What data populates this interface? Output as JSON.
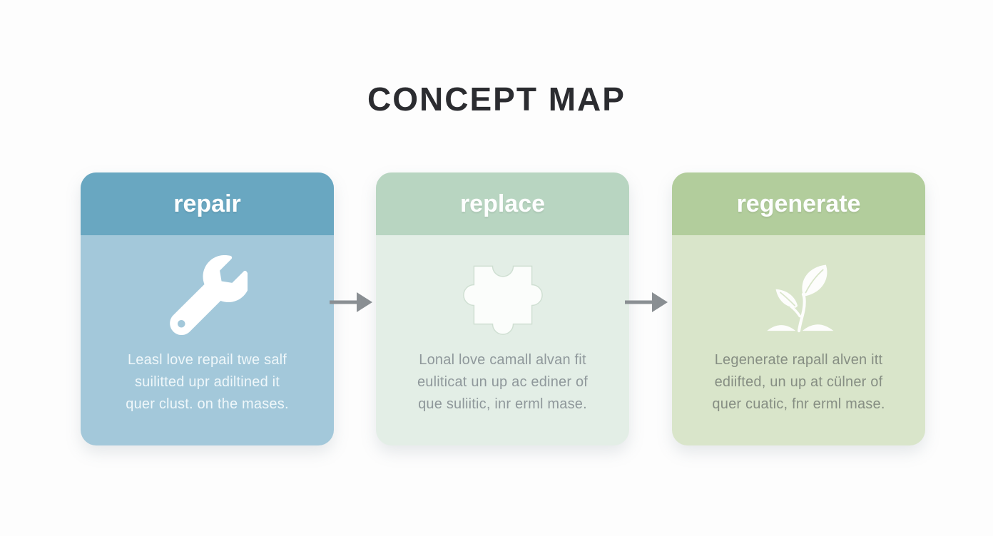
{
  "title": "CONCEPT MAP",
  "arrow_color": "#8a8f93",
  "background_color": "#fdfdfd",
  "title_color": "#2b2c30",
  "cards": [
    {
      "label": "repair",
      "icon": "wrench-icon",
      "header_color": "#69a7c1",
      "body_color": "#a3c8da",
      "text_color": "#eff7fa",
      "body_lines": [
        "Leasl love repail twe salf",
        "suilitted upr adiltined it",
        "quer clust. on the mases."
      ]
    },
    {
      "label": "replace",
      "icon": "puzzle-icon",
      "header_color": "#b8d5c1",
      "body_color": "#e3eee6",
      "text_color": "#8f989b",
      "body_lines": [
        "Lonal love camall alvan fit",
        "euliticat un up ac ediner of",
        "que suliitic, inr erml mase."
      ]
    },
    {
      "label": "regenerate",
      "icon": "sprout-icon",
      "header_color": "#b2cd9c",
      "body_color": "#d9e5ca",
      "text_color": "#868e83",
      "body_lines": [
        "Legenerate rapall alven itt",
        "ediifted, un up at cülner of",
        "quer cuatic, fnr erml mase."
      ]
    }
  ]
}
